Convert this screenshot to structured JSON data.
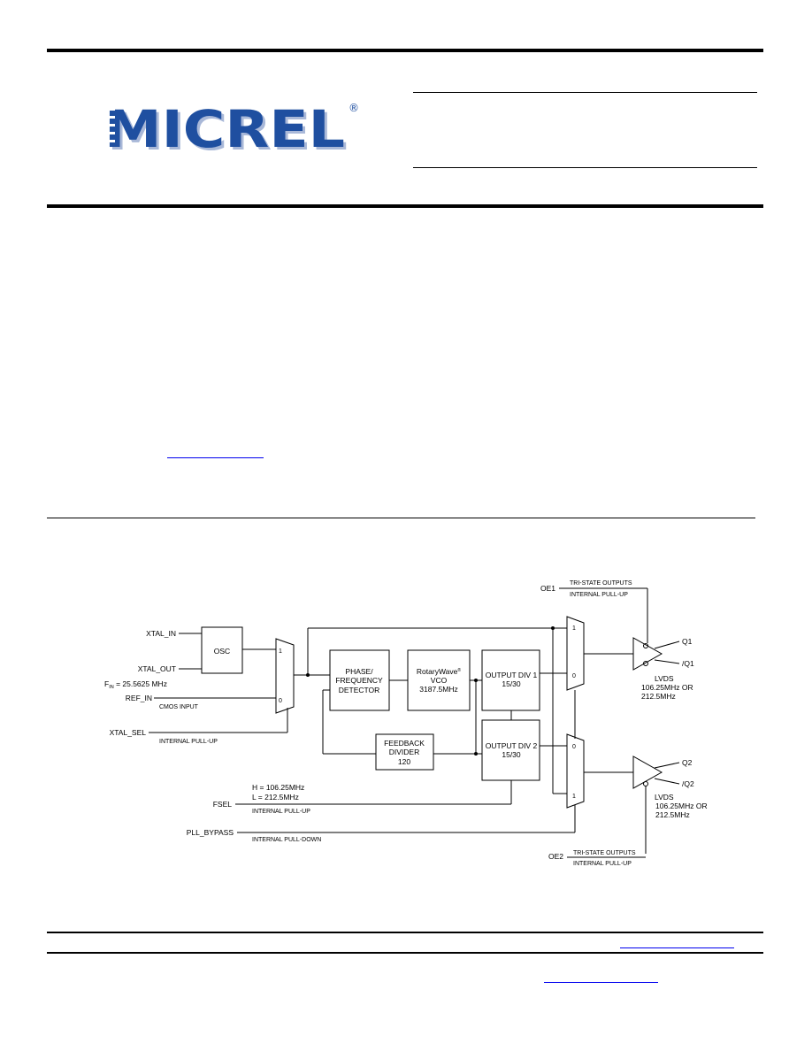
{
  "logo": {
    "text": "MICREL",
    "registered": "®",
    "colors": {
      "fill": "#1f4fa0",
      "shadow": "#a9b8d8"
    }
  },
  "link_color": "#0000ee",
  "diagram": {
    "osc": "OSC",
    "xtal_in": "XTAL_IN",
    "xtal_out": "XTAL_OUT",
    "fin": "F",
    "fin_sub": "IN",
    "fin_value": " = 25.5625 MHz",
    "ref_in": "REF_IN",
    "cmos_input": "CMOS INPUT",
    "xtal_sel": "XTAL_SEL",
    "xtal_sel_note": "INTERNAL PULL-UP",
    "mux1_in1": "1",
    "mux1_in0": "0",
    "pfd_line1": "PHASE/",
    "pfd_line2": "FREQUENCY",
    "pfd_line3": "DETECTOR",
    "vco_line1": "RotaryWave",
    "vco_reg": "®",
    "vco_line2": "VCO",
    "vco_line3": "3187.5MHz",
    "div1_line1": "OUTPUT DIV 1",
    "div1_line2": "15/30",
    "div2_line1": "OUTPUT DIV 2",
    "div2_line2": "15/30",
    "fb_line1": "FEEDBACK",
    "fb_line2": "DIVIDER",
    "fb_line3": "120",
    "fsel": "FSEL",
    "fsel_h": "H = 106.25MHz",
    "fsel_l": "L = 212.5MHz",
    "fsel_note": "INTERNAL PULL-UP",
    "pll_bypass": "PLL_BYPASS",
    "pll_bypass_note": "INTERNAL PULL-DOWN",
    "oe1": "OE1",
    "oe1_note1": "TRI-STATE OUTPUTS",
    "oe1_note2": "INTERNAL PULL-UP",
    "oe2": "OE2",
    "oe2_note1": "TRI-STATE OUTPUTS",
    "oe2_note2": "INTERNAL PULL-UP",
    "mux_top_in1": "1",
    "mux_top_in0": "0",
    "mux_bot_in0": "0",
    "mux_bot_in1": "1",
    "q1": "Q1",
    "q1n": "/Q1",
    "q2": "Q2",
    "q2n": "/Q2",
    "lvds1_line1": "LVDS",
    "lvds1_line2": "106.25MHz OR",
    "lvds1_line3": "212.5MHz",
    "lvds2_line1": "LVDS",
    "lvds2_line2": "106.25MHz OR",
    "lvds2_line3": "212.5MHz"
  }
}
